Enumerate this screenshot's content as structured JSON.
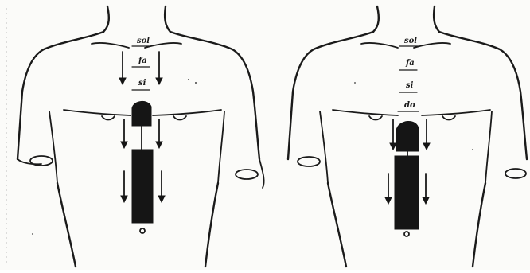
{
  "figure": {
    "left_panel": {
      "labels": [
        "sol",
        "fa",
        "si"
      ]
    },
    "right_panel": {
      "labels": [
        "sol",
        "fa",
        "si",
        "do"
      ]
    }
  }
}
